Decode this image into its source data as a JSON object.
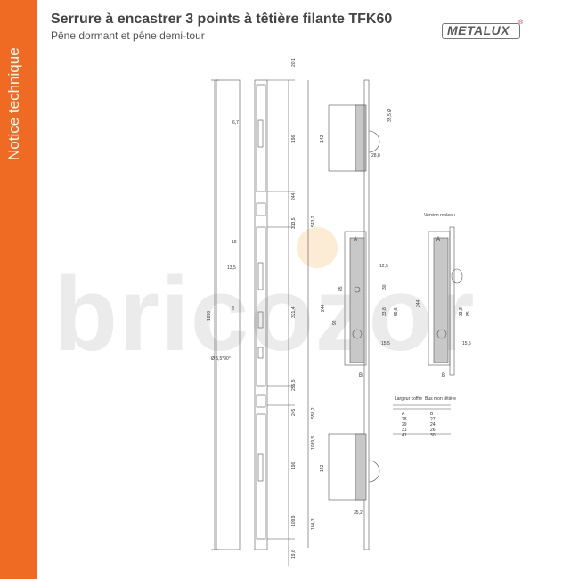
{
  "sidebar": {
    "label": "Notice technique",
    "color": "#ef6a22"
  },
  "header": {
    "title": "Serrure à encastrer 3 points à têtière filante TFK60",
    "subtitle": "Pêne dormant et pêne demi-tour"
  },
  "logo": {
    "text": "METALUX",
    "mark": "®"
  },
  "watermark": {
    "text": "bricozor"
  },
  "drawing": {
    "left_dims": [
      "6,7",
      "18",
      "13,5",
      "8",
      "Ø 5,5*90°"
    ],
    "total_height": "1890",
    "right_rail_dims": [
      "20,1",
      "196",
      "244",
      "313,5",
      "321,4",
      "255,5",
      "245",
      "196",
      "109,9",
      "19,6"
    ],
    "rail2_dims": [
      "543,2",
      "1039,5",
      "558,2",
      "184,3"
    ],
    "top_bolt": {
      "height": "142",
      "dims": [
        "35,5 Ø",
        "28,8"
      ]
    },
    "center_lock": {
      "labels": [
        "A",
        "B"
      ],
      "dims": [
        "12,5",
        "30",
        "33,8",
        "85",
        "59,5",
        "92",
        "244",
        "15,5"
      ]
    },
    "roller_version": {
      "title": "Version rouleau",
      "labels": [
        "A",
        "B"
      ],
      "dims": [
        "244",
        "33,8",
        "85",
        "15,5"
      ]
    },
    "bottom_bolt": {
      "height": "142",
      "dims": [
        "35,2"
      ]
    },
    "table": {
      "headers": [
        "Largeur coffre",
        "Bus mon têtière"
      ],
      "rows": [
        [
          "A",
          "B"
        ],
        [
          "28",
          "27"
        ],
        [
          "29",
          "24"
        ],
        [
          "31",
          "26"
        ],
        [
          "41",
          "30"
        ]
      ]
    }
  }
}
